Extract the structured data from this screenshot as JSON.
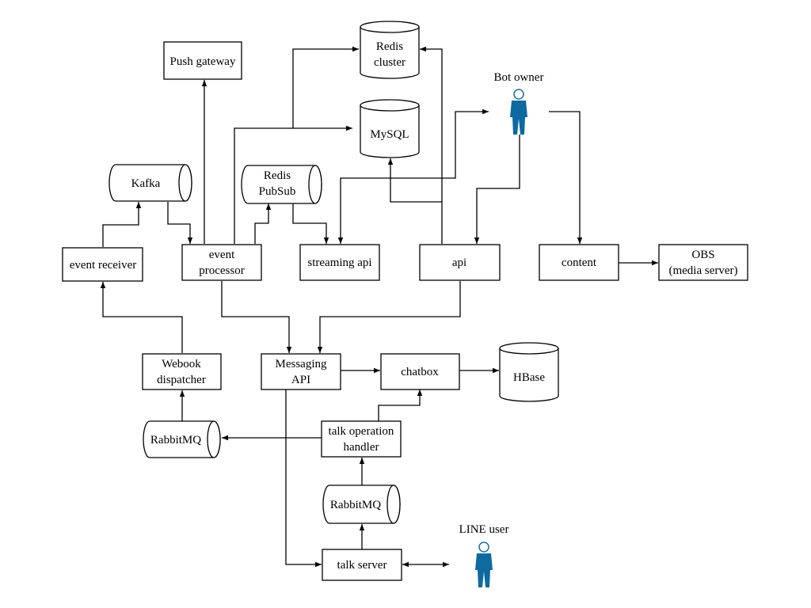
{
  "diagram": {
    "nodes": {
      "push_gateway": [
        "Push gateway"
      ],
      "redis_cluster": [
        "Redis",
        "cluster"
      ],
      "mysql": [
        "MySQL"
      ],
      "kafka": [
        "Kafka"
      ],
      "redis_pubsub": [
        "Redis",
        "PubSub"
      ],
      "event_receiver": [
        "event receiver"
      ],
      "event_processor": [
        "event",
        "processor"
      ],
      "streaming_api": [
        "streaming api"
      ],
      "api": [
        "api"
      ],
      "content": [
        "content"
      ],
      "obs": [
        "OBS",
        "(media server)"
      ],
      "webhook_dispatcher": [
        "Webook",
        "dispatcher"
      ],
      "messaging_api": [
        "Messaging",
        "API"
      ],
      "chatbox": [
        "chatbox"
      ],
      "hbase": [
        "HBase"
      ],
      "rabbitmq_left": [
        "RabbitMQ"
      ],
      "talk_operation_handler": [
        "talk operation",
        "handler"
      ],
      "rabbitmq_bottom": [
        "RabbitMQ"
      ],
      "talk_server": [
        "talk server"
      ]
    },
    "actors": {
      "bot_owner": "Bot owner",
      "line_user": "LINE user"
    },
    "colors": {
      "actor_fill": "#0e6aa0",
      "line": "#000000"
    }
  }
}
